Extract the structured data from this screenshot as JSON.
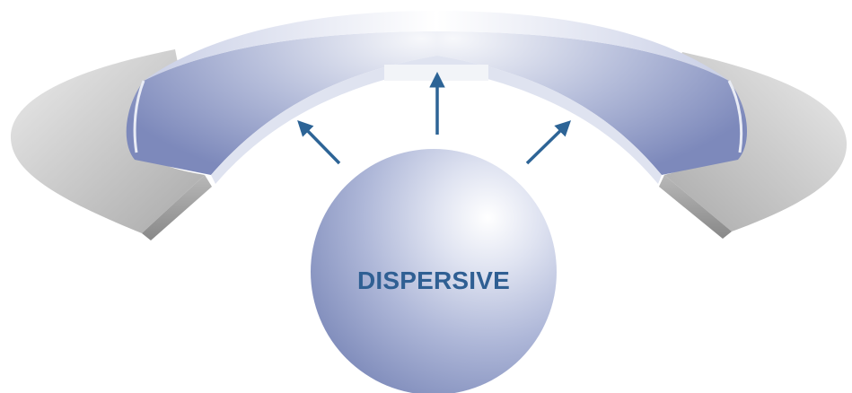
{
  "diagram": {
    "sphere_label": "DISPERSIVE",
    "colors": {
      "arrow": "#2d6496",
      "label": "#2f5f93",
      "sphere_light": "#ffffff",
      "sphere_mid": "#b7bfdc",
      "sphere_dark": "#7f8dba",
      "band_light": "#f6f7fb",
      "band_dark": "#8793c2",
      "outer_ring_light": "#e4e4e4",
      "outer_ring_dark": "#b0b0b0"
    },
    "arrows": [
      {
        "direction": "up-left"
      },
      {
        "direction": "up"
      },
      {
        "direction": "up-right"
      }
    ]
  }
}
